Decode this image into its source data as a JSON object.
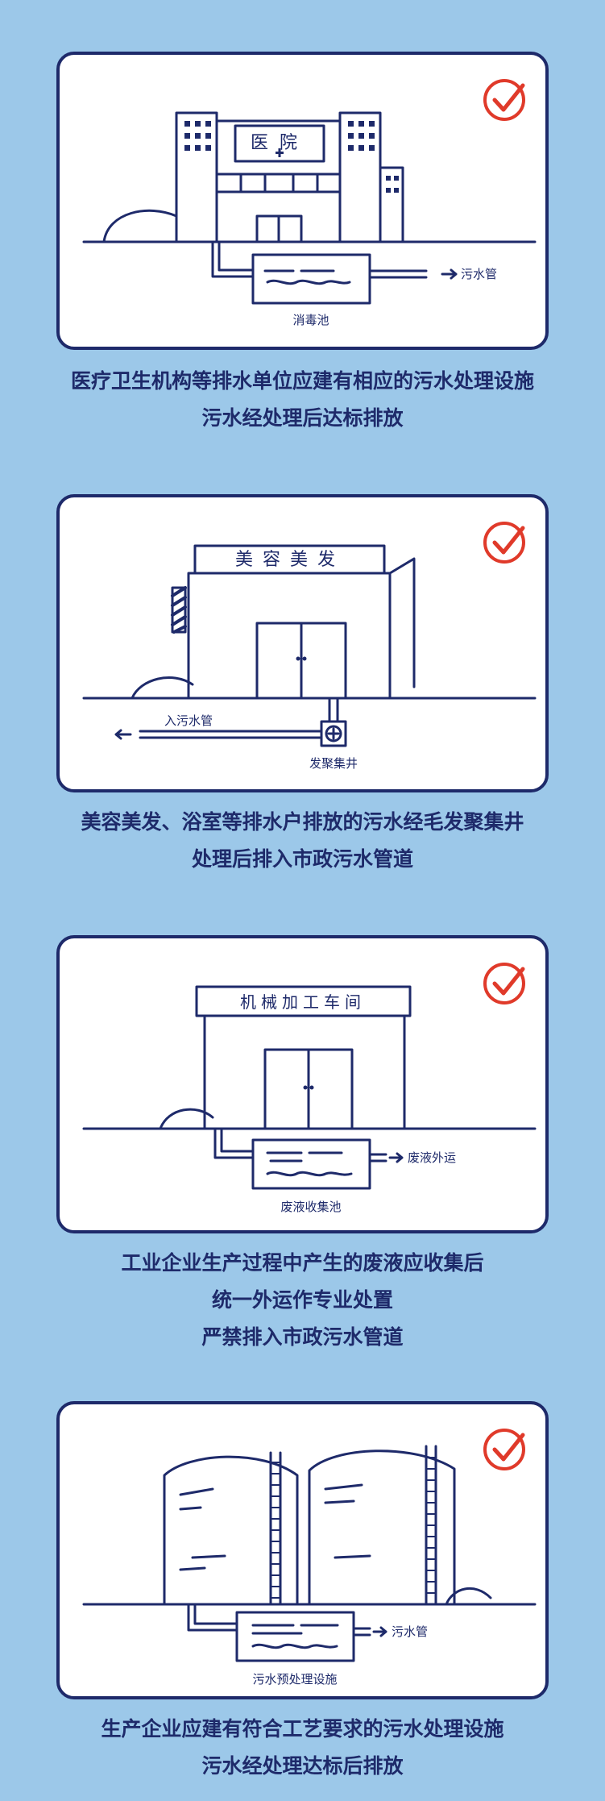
{
  "colors": {
    "background": "#9cc8e9",
    "ink": "#1e2a6a",
    "check": "#e03a2a",
    "card": "#ffffff"
  },
  "sections": [
    {
      "illustration": {
        "sign": "医院",
        "labels": [
          "消毒池",
          "污水管"
        ]
      },
      "caption": [
        "医疗卫生机构等排水单位应建有相应的污水处理设施",
        "污水经处理后达标排放"
      ]
    },
    {
      "illustration": {
        "sign": "美容美发",
        "labels": [
          "入污水管",
          "发聚集井"
        ]
      },
      "caption": [
        "美容美发、浴室等排水户排放的污水经毛发聚集井",
        "处理后排入市政污水管道"
      ]
    },
    {
      "illustration": {
        "sign": "机械加工车间",
        "labels": [
          "废液外运",
          "废液收集池"
        ]
      },
      "caption": [
        "工业企业生产过程中产生的废液应收集后",
        "统一外运作专业处置",
        "严禁排入市政污水管道"
      ]
    },
    {
      "illustration": {
        "sign": "",
        "labels": [
          "污水管",
          "污水预处理设施"
        ]
      },
      "caption": [
        "生产企业应建有符合工艺要求的污水处理设施",
        "污水经处理达标后排放"
      ]
    }
  ]
}
